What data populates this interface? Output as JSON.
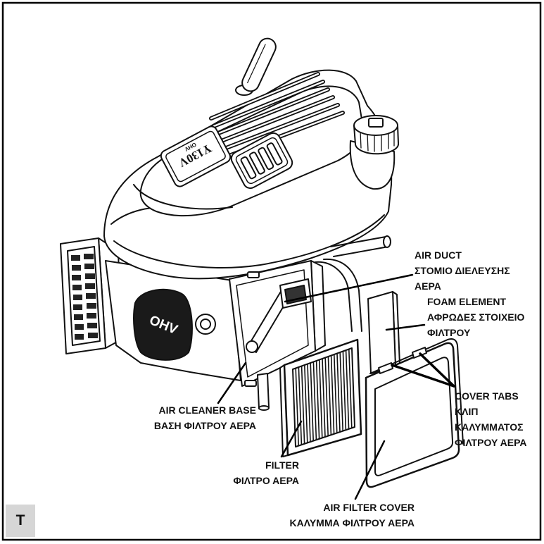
{
  "labels": {
    "air_duct": [
      "AIR DUCT",
      "ΣΤΟΜΙΟ ΔΙΕΛΕΥΣΗΣ",
      "ΑΕΡΑ"
    ],
    "foam_element": [
      "FOAM ELEMENT",
      "ΑΦΡΩΔΕΣ ΣΤΟΙΧΕΙΟ",
      "ΦΙΛΤΡΟΥ"
    ],
    "cover_tabs": [
      "COVER TABS",
      "ΚΛΙΠ",
      "ΚΑΛΥΜΜΑΤΟΣ",
      "ΦΙΛΤΡΟΥ ΑΕΡΑ"
    ],
    "air_cleaner_base": [
      "AIR CLEANER BASE",
      "ΒΑΣΗ ΦΙΛΤΡΟΥ ΑΕΡΑ"
    ],
    "filter": [
      "FILTER",
      "ΦΙΛΤΡΟ ΑΕΡΑ"
    ],
    "air_filter_cover": [
      "AIR FILTER COVER",
      "ΚΑΛΥΜΜΑ ΦΙΛΤΡΟΥ ΑΕΡΑ"
    ]
  },
  "corner_tag": "T",
  "engine_markings": {
    "model": "Y130V",
    "plate_logo": "OHV",
    "side_logo": "OHV"
  },
  "colors": {
    "line_art": "#111111",
    "corner_tag_bg": "#d6d6d6",
    "side_badge": "#1a1a1a"
  }
}
